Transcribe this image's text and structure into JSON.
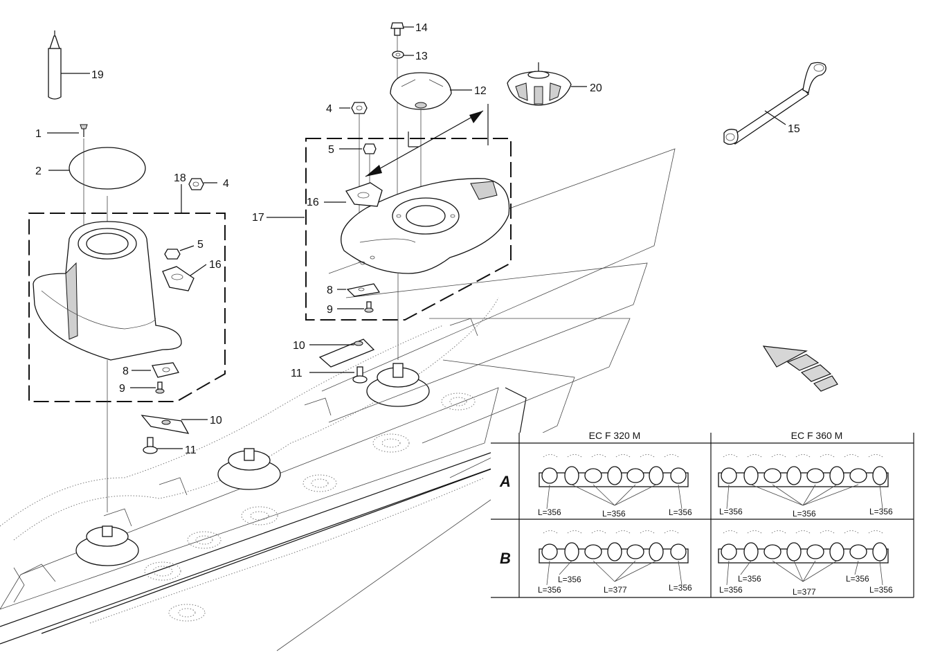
{
  "diagram": {
    "callouts": [
      {
        "id": "c1",
        "label": "1"
      },
      {
        "id": "c2",
        "label": "2"
      },
      {
        "id": "c4a",
        "label": "4"
      },
      {
        "id": "c4b",
        "label": "4"
      },
      {
        "id": "c5a",
        "label": "5"
      },
      {
        "id": "c5b",
        "label": "5"
      },
      {
        "id": "c8a",
        "label": "8"
      },
      {
        "id": "c8b",
        "label": "8"
      },
      {
        "id": "c9a",
        "label": "9"
      },
      {
        "id": "c9b",
        "label": "9"
      },
      {
        "id": "c10a",
        "label": "10"
      },
      {
        "id": "c10b",
        "label": "10"
      },
      {
        "id": "c11a",
        "label": "11"
      },
      {
        "id": "c11b",
        "label": "11"
      },
      {
        "id": "c12",
        "label": "12"
      },
      {
        "id": "c13",
        "label": "13"
      },
      {
        "id": "c14",
        "label": "14"
      },
      {
        "id": "c15",
        "label": "15"
      },
      {
        "id": "c16a",
        "label": "16"
      },
      {
        "id": "c16b",
        "label": "16"
      },
      {
        "id": "c17",
        "label": "17"
      },
      {
        "id": "c18",
        "label": "18"
      },
      {
        "id": "c19",
        "label": "19"
      },
      {
        "id": "c20",
        "label": "20"
      }
    ]
  },
  "table": {
    "columns": [
      "EC F 320 M",
      "EC F 360 M"
    ],
    "rows": [
      {
        "label": "A",
        "cells": [
          {
            "lengths": [
              "L=356",
              "L=356",
              "L=356"
            ]
          },
          {
            "lengths": [
              "L=356",
              "L=356",
              "L=356"
            ]
          }
        ]
      },
      {
        "label": "B",
        "cells": [
          {
            "lengths": [
              "L=356",
              "L=356",
              "L=377",
              "L=356"
            ]
          },
          {
            "lengths": [
              "L=356",
              "L=356",
              "L=377",
              "L=356",
              "L=356"
            ]
          }
        ]
      }
    ]
  }
}
